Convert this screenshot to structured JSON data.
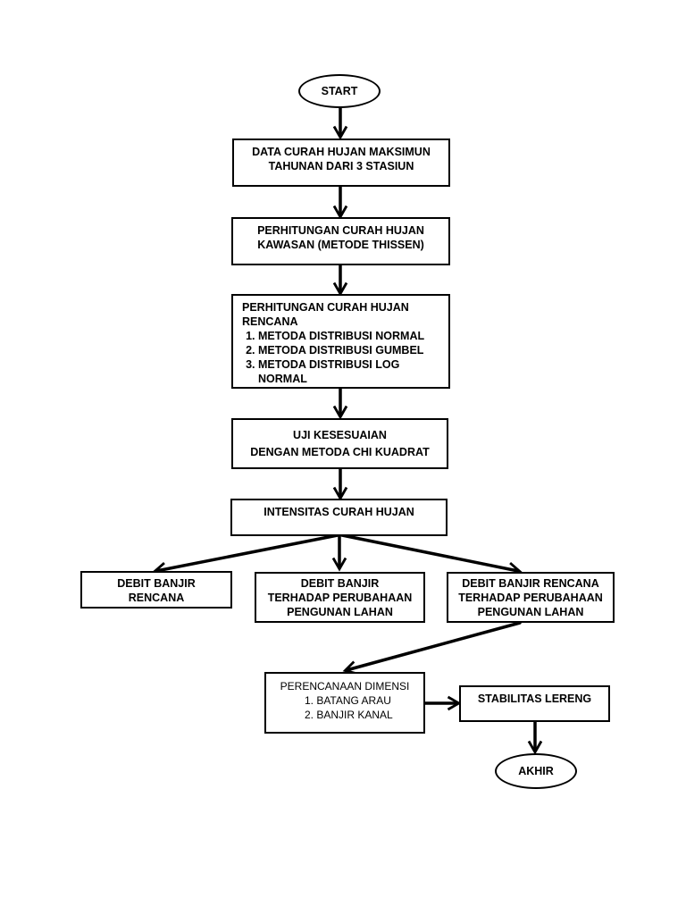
{
  "start": "START",
  "end": "AKHIR",
  "step1": [
    "DATA CURAH HUJAN MAKSIMUN",
    "TAHUNAN DARI 3 STASIUN"
  ],
  "step2": [
    "PERHITUNGAN CURAH HUJAN",
    "KAWASAN (METODE THISSEN)"
  ],
  "step3": {
    "title": [
      "PERHITUNGAN CURAH HUJAN",
      "RENCANA"
    ],
    "items": [
      "METODA DISTRIBUSI NORMAL",
      "METODA DISTRIBUSI GUMBEL",
      "METODA DISTRIBUSI LOG NORMAL"
    ]
  },
  "step4": [
    "UJI KESESUAIAN",
    "DENGAN METODA CHI KUADRAT"
  ],
  "step5": "INTENSITAS CURAH HUJAN",
  "branch_left": [
    "DEBIT BANJIR",
    "RENCANA"
  ],
  "branch_mid": [
    "DEBIT BANJIR",
    "TERHADAP PERUBAHAAN",
    "PENGUNAN LAHAN"
  ],
  "branch_right": [
    "DEBIT BANJIR RENCANA",
    "TERHADAP PERUBAHAAN",
    "PENGUNAN LAHAN"
  ],
  "plan": {
    "title": "PERENCANAAN DIMENSI",
    "items": [
      "BATANG ARAU",
      "BANJIR KANAL"
    ]
  },
  "stability": "STABILITAS LERENG"
}
